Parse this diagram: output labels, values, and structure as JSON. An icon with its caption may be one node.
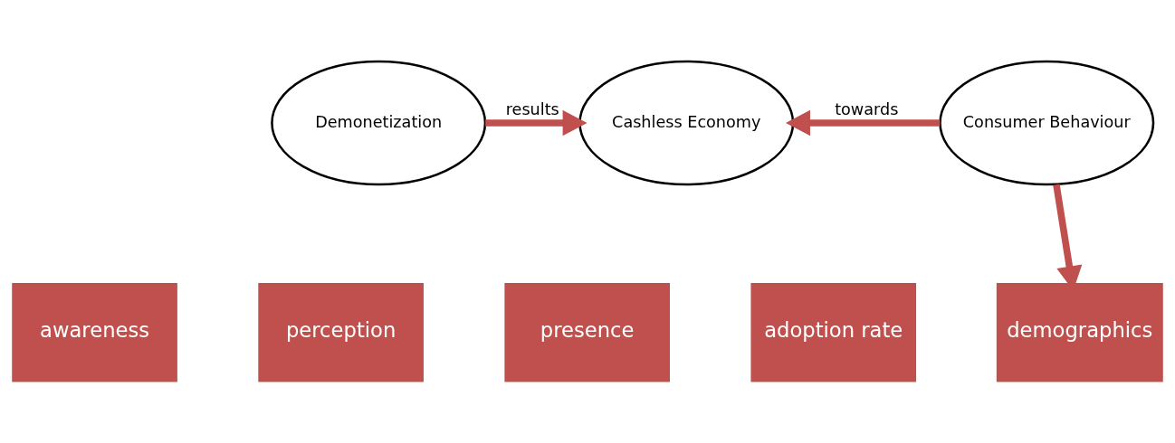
{
  "diagram": {
    "nodes": [
      {
        "text": [
          "Demonetization"
        ]
      },
      {
        "text": [
          "Cashless Economy"
        ]
      },
      {
        "text": [
          "Consumer Behaviour"
        ]
      },
      {
        "text": [
          "awareness"
        ]
      },
      {
        "text": [
          "perception"
        ]
      },
      {
        "text": [
          "presence"
        ]
      },
      {
        "text": [
          "adoption rate"
        ]
      },
      {
        "text": [
          "demographics"
        ]
      }
    ],
    "edges": [
      {
        "from": 0,
        "to": 1,
        "arrow": "to",
        "label": "results"
      },
      {
        "from": 2,
        "to": 1,
        "arrow": "to",
        "label": "towards"
      },
      {
        "from": 2,
        "to": 7,
        "arrow": "to"
      }
    ]
  }
}
